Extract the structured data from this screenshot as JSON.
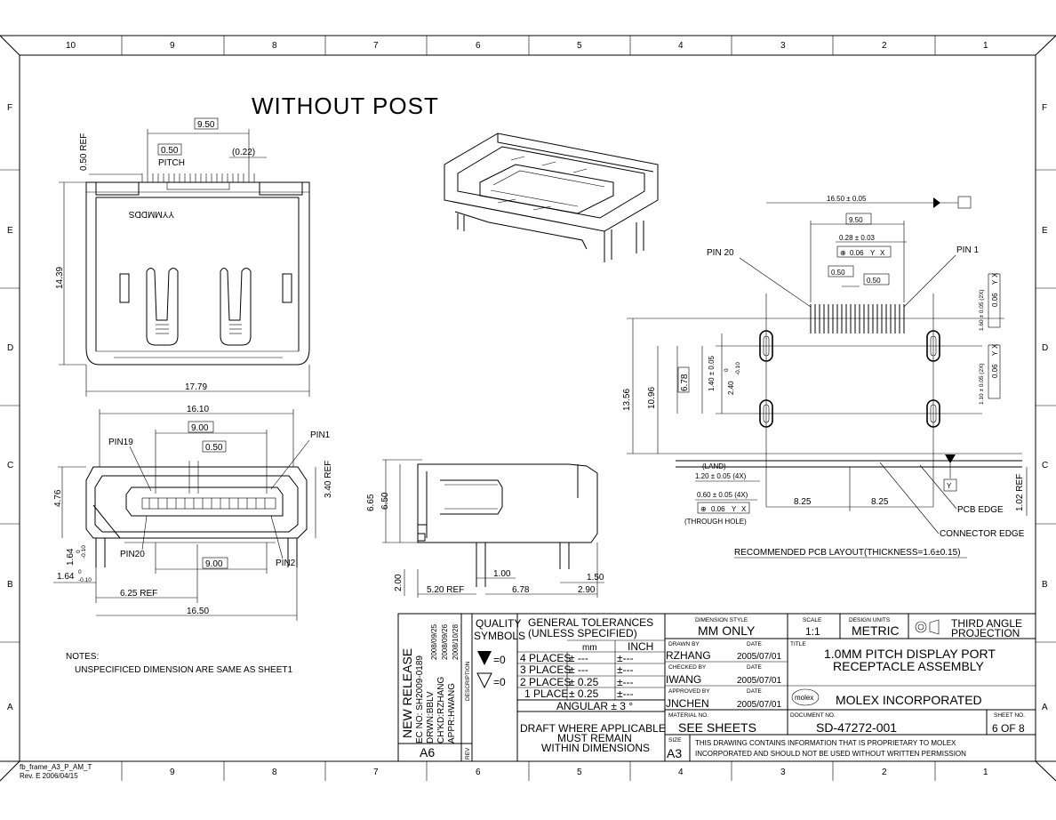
{
  "frame": {
    "columns": [
      "10",
      "9",
      "8",
      "7",
      "6",
      "5",
      "4",
      "3",
      "2",
      "1"
    ],
    "bottom_columns": [
      "9",
      "8",
      "7",
      "6",
      "5",
      "4",
      "3",
      "2",
      "1"
    ],
    "rows": [
      "F",
      "E",
      "D",
      "C",
      "B",
      "A"
    ],
    "frame_id": "fb_frame_A3_P_AM_T",
    "frame_rev": "Rev. E 2006/04/15"
  },
  "drawing": {
    "heading": "WITHOUT POST",
    "top_view": {
      "dims": [
        "9.50",
        "0.50",
        "PITCH",
        "(0.22)",
        "0.50 REF",
        "14.39",
        "17.79"
      ],
      "marking": "YYMMDDS"
    },
    "front_view": {
      "dims": [
        "16.10",
        "9.00",
        "0.50",
        "4.76",
        "3.40 REF",
        "1.64",
        "0",
        "-0.10",
        "1.64",
        "0",
        "-0.10",
        "9.00",
        "6.25 REF",
        "16.50"
      ],
      "pins": [
        "PIN19",
        "PIN1",
        "PIN20",
        "PIN2"
      ]
    },
    "side_view": {
      "dims": [
        "6.65",
        "6.50",
        "2.00",
        "5.20 REF",
        "1.00",
        "6.78",
        "1.50",
        "2.90"
      ]
    },
    "pcb": {
      "dims": [
        "16.50 ± 0.05",
        "9.50",
        "0.28 ± 0.03",
        "0.06",
        "Y",
        "X",
        "0.50",
        "0.50",
        "X",
        "1.60 ± 0.05 (2X)",
        "0.06",
        "Y",
        "X",
        "1.10 ± 0.05 (2X)",
        "0.06",
        "Y",
        "X",
        "13.56",
        "10.96",
        "6.78",
        "1.40 ± 0.05",
        "2.40",
        "0",
        "-0.10",
        "1.02 REF",
        "(LAND)",
        "1.20 ± 0.05 (4X)",
        "0.60 ± 0.05 (4X)",
        "0.06",
        "Y",
        "X",
        "(THROUGH HOLE)",
        "8.25",
        "8.25",
        "Y"
      ],
      "labels": [
        "PIN 20",
        "PIN 1",
        "PCB EDGE",
        "CONNECTOR EDGE"
      ],
      "caption": "RECOMMENDED PCB LAYOUT(THICKNESS=1.6±0.15)"
    },
    "notes": {
      "title": "NOTES:",
      "line1": "UNSPECIFICED DIMENSION ARE SAME AS SHEET1"
    }
  },
  "title_block": {
    "rev_text": "NEW RELEASE",
    "ec_no": "EC NO: SH2009-0189",
    "drwn": "DRWN:BBLV",
    "chkd": "CH'KD:RZHANG",
    "appr": "APPR:HWANG",
    "date1": "2008/09/25",
    "date2": "2008/09/26",
    "date3": "2008/10/28",
    "description_label": "DESCRIPTION",
    "rev_label": "REV",
    "rev_value": "A6",
    "quality": [
      "QUALITY",
      "SYMBOLS"
    ],
    "q_eq1": "=0",
    "q_eq2": "=0",
    "gen_tol": [
      "GENERAL TOLERANCES",
      "(UNLESS SPECIFIED)"
    ],
    "mm_label": "mm",
    "inch_label": "INCH",
    "places": [
      {
        "label": "4 PLACES",
        "mm": "± ---",
        "inch": "±---"
      },
      {
        "label": "3 PLACES",
        "mm": "± ---",
        "inch": "±---"
      },
      {
        "label": "2 PLACES",
        "mm": "± 0.25",
        "inch": "±---"
      },
      {
        "label": "1 PLACE",
        "mm": "± 0.25",
        "inch": "±---"
      }
    ],
    "angular": "ANGULAR ± 3 °",
    "draft": [
      "DRAFT WHERE APPLICABLE",
      "MUST REMAIN",
      "WITHIN DIMENSIONS"
    ],
    "dim_style_label": "DIMENSION STYLE",
    "dim_style": "MM ONLY",
    "scale_label": "SCALE",
    "scale": "1:1",
    "units_label": "DESIGN UNITS",
    "units": "METRIC",
    "projection": [
      "THIRD ANGLE",
      "PROJECTION"
    ],
    "drawn_by_label": "DRAWN BY",
    "drawn_by": "RZHANG",
    "drawn_date": "2005/07/01",
    "checked_label": "CHECKED BY",
    "checked_by": "IWANG",
    "checked_date": "2005/07/01",
    "approved_label": "APPROVED BY",
    "approved_by": "JNCHEN",
    "approved_date": "2005/07/01",
    "date_label": "DATE",
    "title_label": "TITLE",
    "title": [
      "1.0MM PITCH DISPLAY PORT",
      "RECEPTACLE ASSEMBLY"
    ],
    "company_logo": "molex",
    "company": "MOLEX INCORPORATED",
    "material_label": "MATERIAL NO.",
    "material": "SEE SHEETS",
    "document_label": "DOCUMENT NO.",
    "document": "SD-47272-001",
    "sheet_label": "SHEET NO.",
    "sheet": "6 OF 8",
    "size_label": "SIZE",
    "size": "A3",
    "proprietary": [
      "THIS DRAWING CONTAINS INFORMATION THAT IS PROPRIETARY TO MOLEX",
      "INCORPORATED AND SHOULD NOT BE USED WITHOUT WRITTEN PERMISSION"
    ]
  }
}
